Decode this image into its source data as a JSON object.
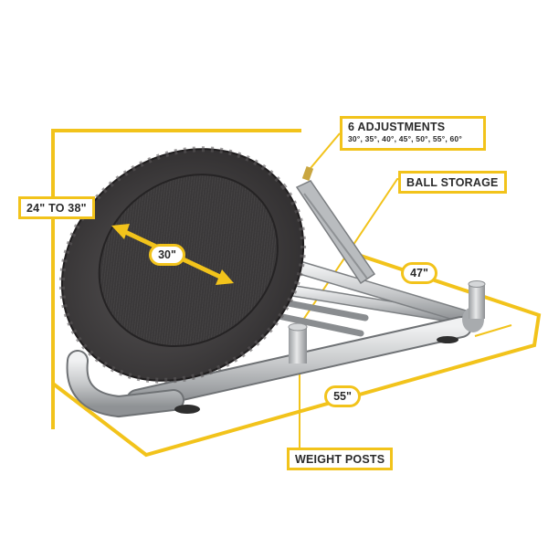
{
  "labels": {
    "height_range": "24\" TO 38\"",
    "adjustments_title": "6 ADJUSTMENTS",
    "adjustments_angles": "30°, 35°, 40°, 45°, 50°, 55°, 60°",
    "ball_storage": "BALL STORAGE",
    "depth": "47\"",
    "width": "55\"",
    "diameter": "30\"",
    "weight_posts": "WEIGHT POSTS"
  },
  "colors": {
    "accent": "#f2c31b",
    "frame": "#c9cbcc",
    "mat": "#3c3a3b",
    "text": "#2b2b2b"
  }
}
